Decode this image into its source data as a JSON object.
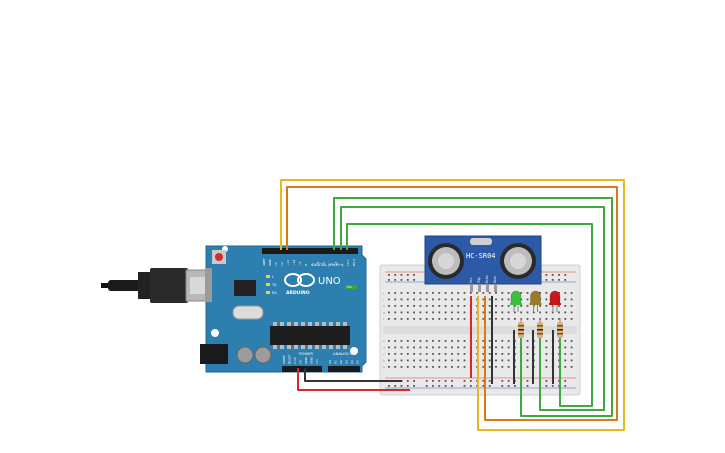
{
  "arduino": {
    "model": "UNO",
    "brand": "ARDUINO",
    "digital_header_label": "DIGITAL (PWM~)",
    "power_label": "POWER",
    "analog_label": "ANALOG IN",
    "led_labels": [
      "L",
      "TX",
      "RX"
    ],
    "on_label": "ON",
    "digital_pins": [
      "AREF",
      "GND",
      "13",
      "12",
      "~11",
      "~10",
      "~9",
      "8",
      "7",
      "~6",
      "~5",
      "4",
      "~3",
      "2",
      "TX 1",
      "RX 0"
    ],
    "power_pins": [
      "IOREF",
      "RESET",
      "3.3V",
      "5V",
      "GND",
      "GND",
      "Vin"
    ],
    "analog_pins": [
      "A0",
      "A1",
      "A2",
      "A3",
      "A4",
      "A5"
    ]
  },
  "sensor": {
    "model": "HC-SR04",
    "pins": [
      "Vcc",
      "Trig",
      "Echo",
      "Gnd"
    ]
  },
  "breadboard": {
    "row_letters_top": [
      "j",
      "i",
      "h",
      "g",
      "f"
    ],
    "row_letters_bottom": [
      "e",
      "d",
      "c",
      "b",
      "a"
    ]
  },
  "leds": [
    {
      "color_name": "green",
      "color": "#3fbf3f"
    },
    {
      "color_name": "yellow",
      "color": "#9a7a2a"
    },
    {
      "color_name": "red",
      "color": "#c81818"
    }
  ],
  "colors": {
    "board_blue": "#2d7fb0",
    "wire_yellow": "#e8b820",
    "wire_orange": "#d97a1a",
    "wire_green": "#3fa83f",
    "wire_red": "#d92626",
    "wire_black": "#333333",
    "sensor_blue": "#2c5aa6",
    "breadboard": "#e9e9e9"
  }
}
